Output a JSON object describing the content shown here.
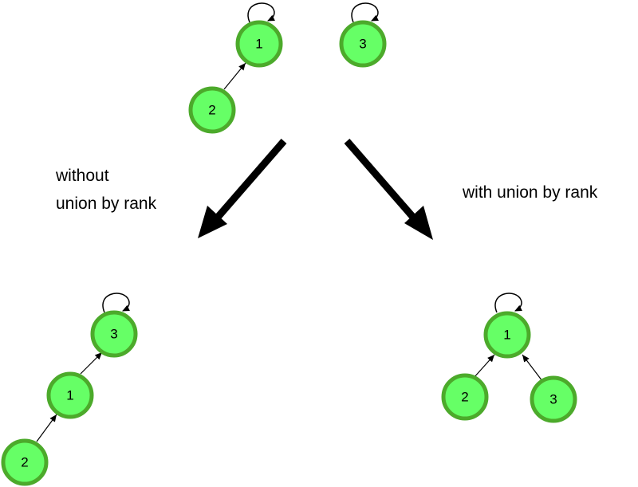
{
  "captions": {
    "left_line1": "without",
    "left_line2": "union by rank",
    "right": "with union by rank"
  },
  "top": {
    "nodes": [
      "1",
      "3",
      "2"
    ]
  },
  "left": {
    "nodes": [
      "3",
      "1",
      "2"
    ]
  },
  "right": {
    "nodes": [
      "1",
      "2",
      "3"
    ]
  },
  "colors": {
    "node_fill": "#66ff66",
    "node_stroke": "#4caa2b"
  }
}
